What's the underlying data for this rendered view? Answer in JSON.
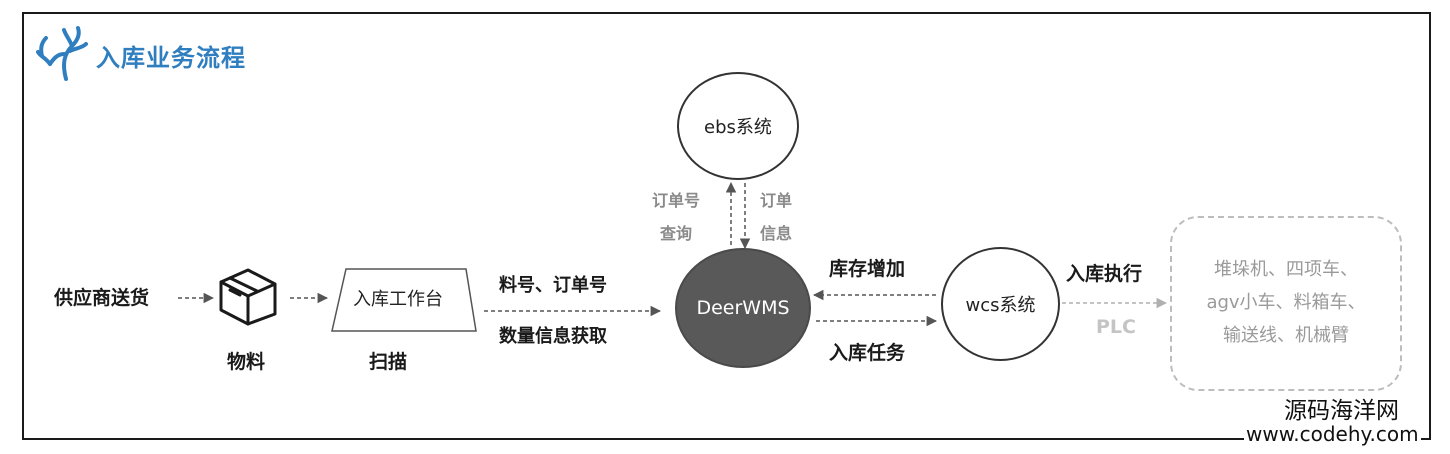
{
  "header": {
    "title": "入库业务流程",
    "logo_icon": "deer-antler-icon"
  },
  "nodes": {
    "supplier": "供应商送货",
    "material": "物料",
    "workstation": "入库工作台",
    "scan": "扫描",
    "ebs": "ebs系统",
    "deerwms": "DeerWMS",
    "wcs": "wcs系统"
  },
  "edges": {
    "query_order_line1": "订单号",
    "query_order_line2": "查询",
    "order_info_line1": "订单",
    "order_info_line2": "信息",
    "material_order_no": "料号、订单号",
    "qty_info_fetch": "数量信息获取",
    "inventory_increase": "库存增加",
    "inbound_task": "入库任务",
    "inbound_execute": "入库执行",
    "plc": "PLC"
  },
  "equipment": {
    "lines": [
      "堆垛机、四项车、",
      "agv小车、料箱车、",
      "输送线、机械臂"
    ]
  },
  "watermark": {
    "cn": "源码海洋网",
    "url": "www.codehy.com"
  },
  "colors": {
    "title_blue": "#2f7fc0",
    "deerwms_fill": "#595959",
    "gray_label": "#8a8a8a",
    "equipment_text": "#9a9a9a",
    "border": "#1a1a1a"
  }
}
